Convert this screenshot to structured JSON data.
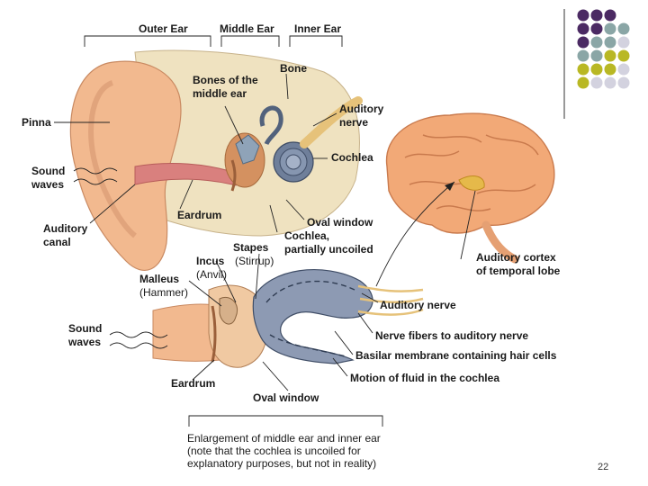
{
  "header": {
    "outer_ear": "Outer Ear",
    "middle_ear": "Middle Ear",
    "inner_ear": "Inner Ear"
  },
  "labels": {
    "bone": "Bone",
    "bones_middle_ear_1": "Bones of the",
    "bones_middle_ear_2": "middle ear",
    "auditory_nerve_top_1": "Auditory",
    "auditory_nerve_top_2": "nerve",
    "pinna": "Pinna",
    "cochlea": "Cochlea",
    "sound_waves_top_1": "Sound",
    "sound_waves_top_2": "waves",
    "eardrum_top": "Eardrum",
    "oval_window_top": "Oval window",
    "cochlea_uncoiled_1": "Cochlea,",
    "cochlea_uncoiled_2": "partially uncoiled",
    "auditory_canal_1": "Auditory",
    "auditory_canal_2": "canal",
    "stapes": "Stapes",
    "stapes_alt": "(Stirrup)",
    "incus": "Incus",
    "incus_alt": "(Anvil)",
    "malleus": "Malleus",
    "malleus_alt": "(Hammer)",
    "auditory_cortex_1": "Auditory cortex",
    "auditory_cortex_2": "of temporal lobe",
    "auditory_nerve_bottom": "Auditory nerve",
    "sound_waves_bottom_1": "Sound",
    "sound_waves_bottom_2": "waves",
    "nerve_fibers": "Nerve fibers to auditory nerve",
    "basilar_membrane": "Basilar membrane containing hair cells",
    "motion_fluid": "Motion of fluid in the cochlea",
    "eardrum_bottom": "Eardrum",
    "oval_window_bottom": "Oval window"
  },
  "caption": {
    "line1": "Enlargement of middle ear and inner ear",
    "line2": "(note that the cochlea is uncoiled for",
    "line3": "explanatory purposes, but not in reality)"
  },
  "page_number": "22",
  "colors": {
    "purple": "#4b2a63",
    "teal": "#8aa6a6",
    "olive": "#b9b824",
    "lavender": "#d3d2df"
  },
  "dot_grid": [
    [
      "purple",
      "purple",
      "purple",
      ""
    ],
    [
      "purple",
      "purple",
      "teal",
      "teal"
    ],
    [
      "purple",
      "teal",
      "teal",
      "lavender"
    ],
    [
      "teal",
      "teal",
      "olive",
      "olive"
    ],
    [
      "olive",
      "olive",
      "olive",
      "lavender"
    ],
    [
      "olive",
      "lavender",
      "lavender",
      "lavender"
    ]
  ]
}
